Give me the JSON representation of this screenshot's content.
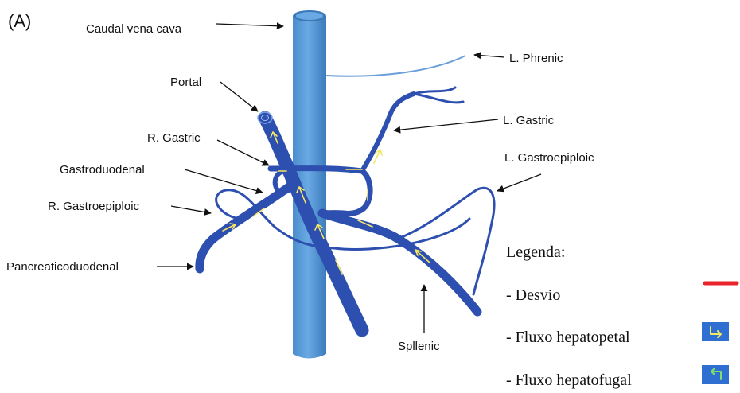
{
  "panel_label": "(A)",
  "colors": {
    "cava": "#5b9bd8",
    "cava_dark": "#3f7fbf",
    "vessel": "#2d4fb0",
    "vessel_dark": "#1f3a8c",
    "phrenic": "#6a9fd8",
    "flow_arrow": "#f5e663",
    "shunt": "#e8232a",
    "legend_swatch_bg": "#2e6fd1"
  },
  "labels": {
    "caudal_vena_cava": "Caudal vena cava",
    "l_phrenic": "L. Phrenic",
    "portal": "Portal",
    "l_gastric": "L. Gastric",
    "r_gastric": "R. Gastric",
    "gastroduodenal": "Gastroduodenal",
    "l_gastroepiploic": "L. Gastroepiploic",
    "r_gastroepiploic": "R. Gastroepiploic",
    "pancreaticoduodenal": "Pancreaticoduodenal",
    "splenic": "Spllenic"
  },
  "legend": {
    "title": "Legenda:",
    "items": [
      {
        "text": "- Desvio",
        "icon": "red-line-icon"
      },
      {
        "text": "- Fluxo hepatopetal",
        "icon": "hepatopetal-arrow-icon"
      },
      {
        "text": "- Fluxo hepatofugal",
        "icon": "hepatofugal-arrow-icon"
      }
    ]
  }
}
